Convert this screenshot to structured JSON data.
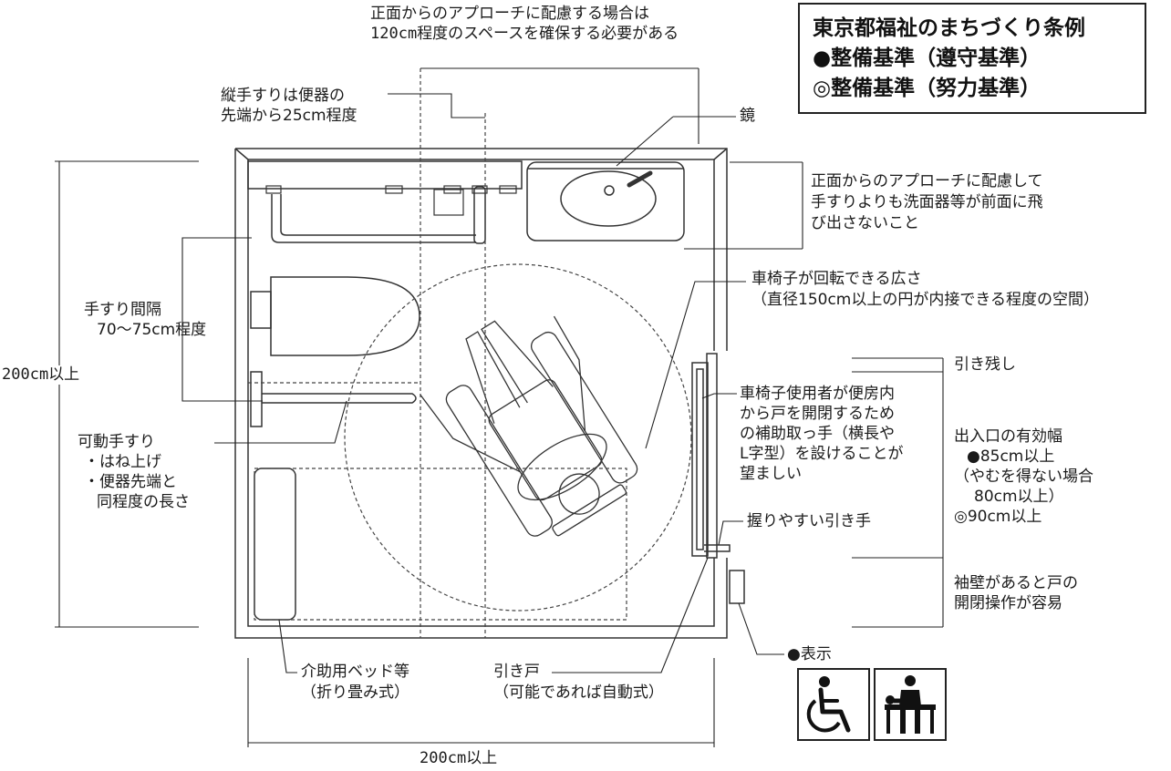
{
  "legend": {
    "title": "東京都福祉のまちづくり条例",
    "line1": "●整備基準（遵守基準）",
    "line2": "◎整備基準（努力基準）"
  },
  "labels": {
    "front_approach_top_1": "正面からのアプローチに配慮する場合は",
    "front_approach_top_2": "120cm程度のスペースを確保する必要がある",
    "vertical_rail_1": "縦手すりは便器の",
    "vertical_rail_2": "先端から25cm程度",
    "mirror": "鏡",
    "basin_1": "正面からのアプローチに配慮して",
    "basin_2": "手すりよりも洗面器等が前面に飛",
    "basin_3": "び出さないこと",
    "turn_1": "車椅子が回転できる広さ",
    "turn_2": "（直径150cm以上の円が内接できる程度の空間）",
    "rail_gap_1": "手すり間隔",
    "rail_gap_2": "70～75cm程度",
    "height_dim": "200cm以上",
    "pull_remainder": "引き残し",
    "handle_1": "車椅子使用者が便房内",
    "handle_2": "から戸を開閉するため",
    "handle_3": "の補助取っ手（横長や",
    "handle_4": "L字型）を設けることが",
    "handle_5": "望ましい",
    "entrance_1": "出入口の有効幅",
    "entrance_2": "●85cm以上",
    "entrance_3": "（やむを得ない場合",
    "entrance_4": "80cm以上）",
    "entrance_5": "◎90cm以上",
    "movable_rail_1": "可動手すり",
    "movable_rail_2": "・はね上げ",
    "movable_rail_3": "・便器先端と",
    "movable_rail_4": "同程度の長さ",
    "easy_grip": "握りやすい引き手",
    "side_wall_1": "袖壁があると戸の",
    "side_wall_2": "開閉操作が容易",
    "sign_label": "●表示",
    "bed_1": "介助用ベッド等",
    "bed_2": "（折り畳み式）",
    "sliding_door_1": "引き戸",
    "sliding_door_2": "（可能であれば自動式）",
    "width_dim": "200cm以上"
  },
  "icons": [
    "wheelchair-accessible-icon",
    "care-bed-icon"
  ]
}
